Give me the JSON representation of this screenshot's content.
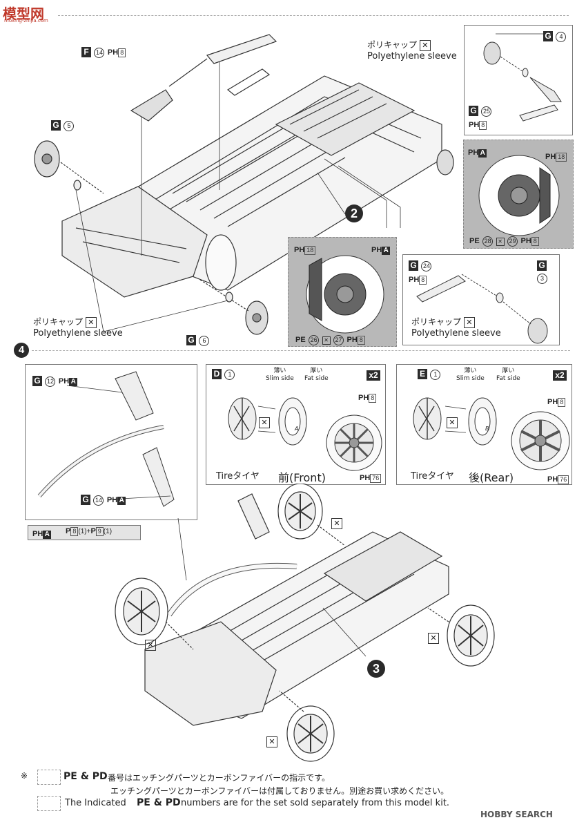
{
  "header": {
    "logo": "模型网",
    "logo_sub": "moxing-zhijia.com"
  },
  "parts": {
    "F14": {
      "letter": "F",
      "num": "14",
      "ph": "PH",
      "box": "8"
    },
    "G5": {
      "letter": "G",
      "num": "5"
    },
    "G6": {
      "letter": "G",
      "num": "6"
    },
    "G4": {
      "letter": "G",
      "num": "4"
    },
    "G25": {
      "letter": "G",
      "num": "25",
      "ph": "PH",
      "box": "8"
    },
    "G24": {
      "letter": "G",
      "num": "24",
      "ph": "PH",
      "box": "8"
    },
    "G3": {
      "letter": "G",
      "num": "3"
    },
    "G12": {
      "letter": "G",
      "num": "12",
      "ph": "PH",
      "tag": "A"
    },
    "G14b": {
      "letter": "G",
      "num": "14",
      "ph": "PH",
      "tag": "A"
    }
  },
  "polycap": {
    "jp": "ポリキャップ",
    "en": "Polyethylene sleeve"
  },
  "steps": {
    "two": "2",
    "three": "3",
    "four": "4"
  },
  "brake_detail_a": {
    "ph_left": "PH",
    "box_left": "18",
    "ph_right": "PH",
    "tag_right": "A",
    "pe": "PE",
    "pe_a": "26",
    "pe_b": "27",
    "ph_bottom": "PH",
    "box_bottom": "8"
  },
  "brake_detail_b": {
    "ph_left": "PH",
    "tag_left": "A",
    "ph_right": "PH",
    "box_right": "18",
    "pe": "PE",
    "pe_a": "28",
    "pe_b": "29",
    "ph_bottom": "PH",
    "box_bottom": "8"
  },
  "paint_legend": {
    "ph": "PH",
    "tag": "A",
    "mix_a": "8",
    "mix_a_ratio": "(1)",
    "plus": "+",
    "mix_b": "9",
    "mix_b_ratio": "(1)"
  },
  "wheel_front": {
    "letter": "D",
    "num": "1",
    "qty": "x2",
    "slim_jp": "薄い",
    "slim_en": "Slim side",
    "fat_jp": "厚い",
    "fat_en": "Fat side",
    "tire": "Tireタイヤ",
    "label": "前(Front)",
    "ph_a": "PH",
    "box_a": "8",
    "ph_b": "PH",
    "box_b": "76",
    "tire_mark": "A"
  },
  "wheel_rear": {
    "letter": "E",
    "num": "1",
    "qty": "x2",
    "slim_jp": "薄い",
    "slim_en": "Slim side",
    "fat_jp": "厚い",
    "fat_en": "Fat side",
    "tire": "Tireタイヤ",
    "label": "後(Rear)",
    "ph_a": "PH",
    "box_a": "8",
    "ph_b": "PH",
    "box_b": "76",
    "tire_mark": "B"
  },
  "footer": {
    "mark": "※",
    "pe_pd": "PE & PD",
    "line1": "番号はエッチングパーツとカーボンファイバーの指示です。",
    "line2": "エッチングパーツとカーボンファイバーは付属しておりません。別途お買い求めください。",
    "line3_pre": "The Indicated",
    "line3_post": "numbers are for the set sold separately from this model kit.",
    "watermark": "HOBBY SEARCH"
  }
}
